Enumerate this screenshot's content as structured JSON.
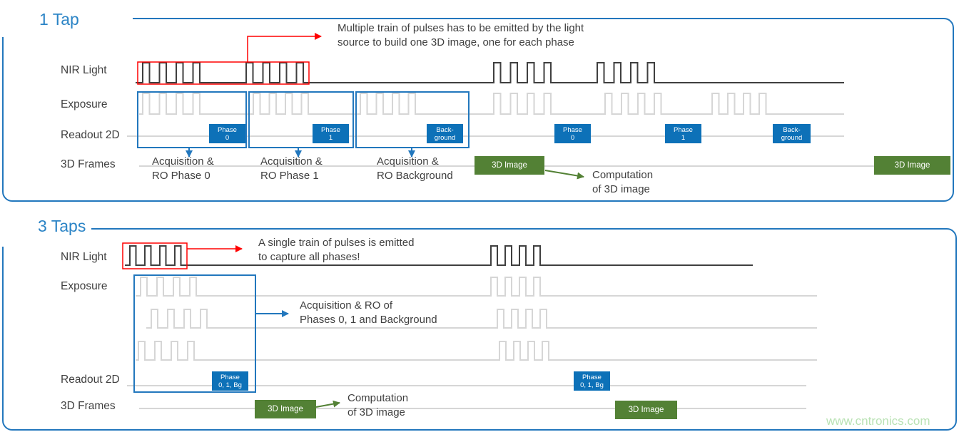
{
  "watermark": "www.cntronics.com",
  "colors": {
    "section_border_blue": "#2277bd",
    "title_blue": "#2b84c6",
    "badge_blue": "#0d71b8",
    "badge_green": "#538135",
    "annotation_red": "#ff0000",
    "waveform_dark": "#3f3f3f",
    "waveform_gray": "#d6d6d6",
    "text_gray": "#404040",
    "watermark_green": "#b9e2b4"
  },
  "tap1": {
    "title": "1 Tap",
    "rows": {
      "nir": "NIR Light",
      "exposure": "Exposure",
      "readout": "Readout 2D",
      "frames": "3D Frames"
    },
    "annotation": "Multiple train of pulses has to be emitted by the light\nsource to build one 3D image, one for each phase",
    "readout_badges": [
      {
        "line1": "Phase",
        "line2": "0"
      },
      {
        "line1": "Phase",
        "line2": "1"
      },
      {
        "line1": "Back-",
        "line2": "ground"
      },
      {
        "line1": "Phase",
        "line2": "0"
      },
      {
        "line1": "Phase",
        "line2": "1"
      },
      {
        "line1": "Back-",
        "line2": "ground"
      }
    ],
    "acq_phase0": "Acquisition &\nRO Phase 0",
    "acq_phase1": "Acquisition &\nRO Phase 1",
    "acq_background": "Acquisition &\nRO Background",
    "computation": "Computation\nof 3D image",
    "frames_badges": [
      "3D Image",
      "3D Image"
    ]
  },
  "tap3": {
    "title": "3 Taps",
    "rows": {
      "nir": "NIR Light",
      "exposure": "Exposure",
      "readout": "Readout 2D",
      "frames": "3D Frames"
    },
    "annotation": "A single train of pulses is emitted\nto capture all phases!",
    "acq": "Acquisition & RO of\nPhases 0, 1 and Background",
    "readout_badges": [
      {
        "line1": "Phase",
        "line2": "0, 1, Bg"
      },
      {
        "line1": "Phase",
        "line2": "0, 1, Bg"
      }
    ],
    "computation": "Computation\nof 3D image",
    "frames_badges": [
      "3D Image",
      "3D Image"
    ]
  }
}
